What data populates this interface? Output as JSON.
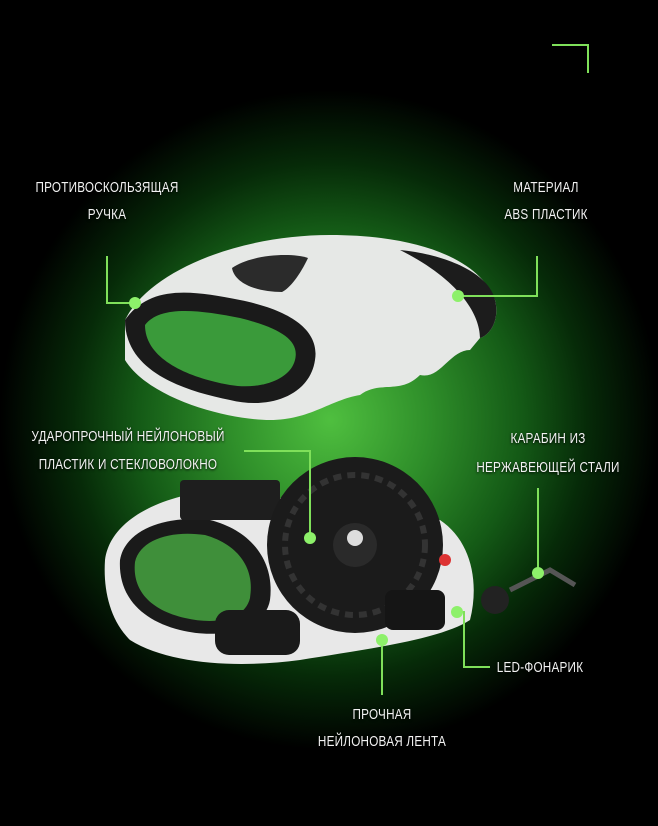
{
  "accent_color": "#7fe05a",
  "labels": {
    "anti_slip_handle": {
      "line1": "ПРОТИВОСКОЛЬЗЯЩАЯ",
      "line2": "РУЧКА"
    },
    "material": {
      "line1": "МАТЕРИАЛ",
      "line2": "ABS ПЛАСТИК"
    },
    "nylon_plastic": {
      "line1": "УДАРОПРОЧНЫЙ НЕЙЛОНОВЫЙ",
      "line2": "ПЛАСТИК И СТЕКЛОВОЛОКНО"
    },
    "carabiner": {
      "line1": "КАРАБИН ИЗ",
      "line2": "НЕРЖАВЕЮЩЕЙ СТАЛИ"
    },
    "led": {
      "line1": "LED-ФОНАРИК"
    },
    "tape": {
      "line1": "ПРОЧНАЯ",
      "line2": "НЕЙЛОНОВАЯ ЛЕНТА"
    }
  }
}
